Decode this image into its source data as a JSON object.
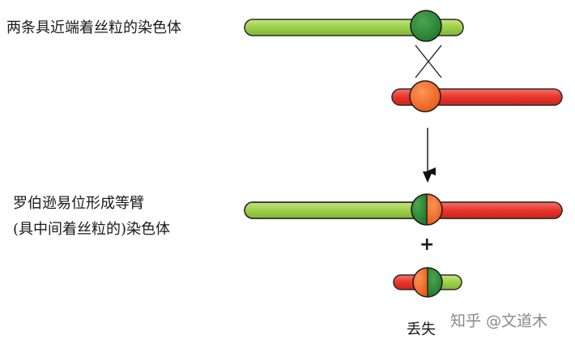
{
  "labels": {
    "top_chromosome": "两条具近端着丝粒的染色体",
    "translocation_line1": "罗伯逊易位形成等臂",
    "translocation_line2": "(具中间着丝粒的)染色体",
    "plus_sign": "+",
    "lost": "丢失"
  },
  "watermark": "知乎 @文道木",
  "colors": {
    "green_arm": "#9dcf4a",
    "green_centromere": "#2e8b3a",
    "red_arm": "#e8352b",
    "orange_centromere": "#f26b24",
    "outline": "#222222"
  }
}
